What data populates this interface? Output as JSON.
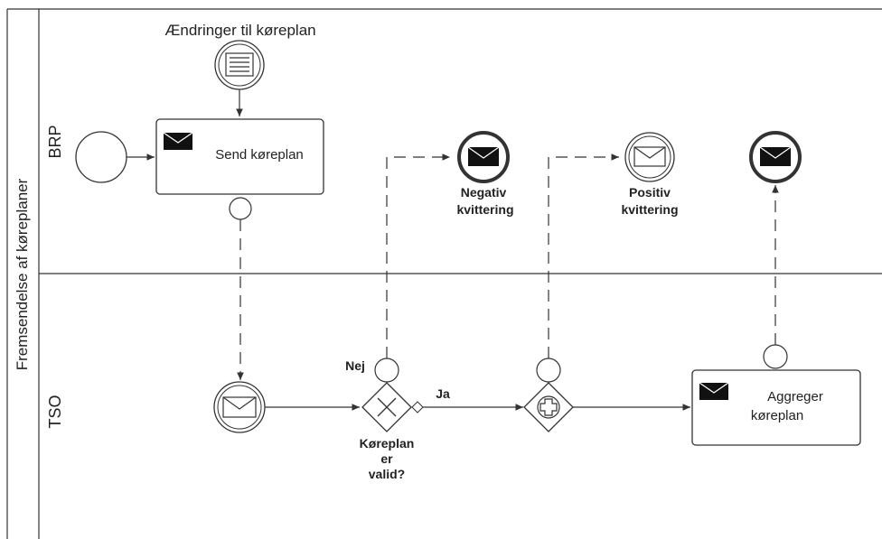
{
  "pool": {
    "label": "Fremsendelse af køreplaner"
  },
  "lanes": {
    "top": "BRP",
    "bottom": "TSO"
  },
  "data_object": {
    "label": "Ændringer til køreplan"
  },
  "tasks": {
    "send": "Send køreplan",
    "aggregate_line1": "Aggreger",
    "aggregate_line2": "køreplan"
  },
  "events": {
    "negative_line1": "Negativ",
    "negative_line2": "kvittering",
    "positive_line1": "Positiv",
    "positive_line2": "kvittering"
  },
  "gateway": {
    "no": "Nej",
    "yes": "Ja",
    "question_line1": "Køreplan",
    "question_line2": "er",
    "question_line3": "valid?"
  },
  "colors": {
    "stroke": "#333333",
    "fill": "#ffffff",
    "envelope": "#111111"
  }
}
